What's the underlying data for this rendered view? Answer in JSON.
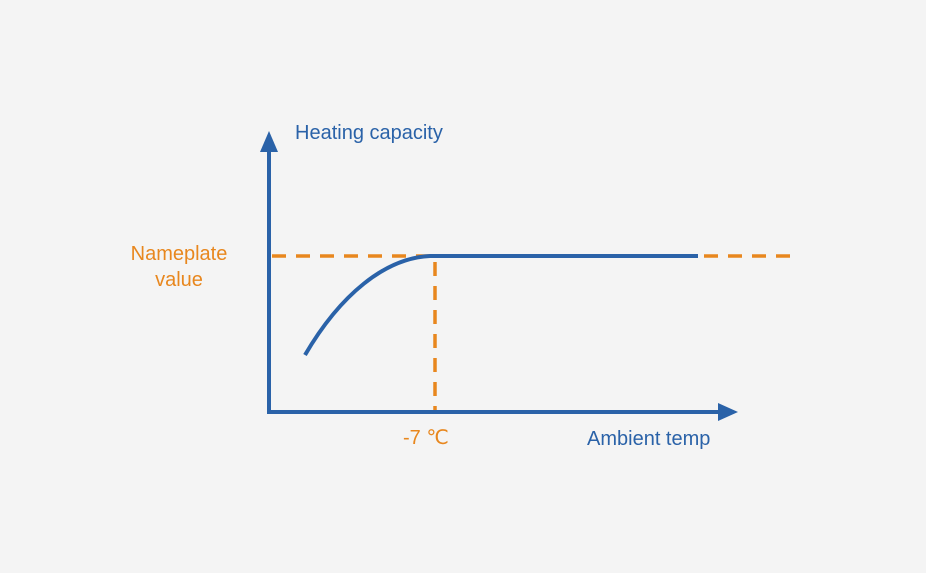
{
  "y_axis_label": "Heating capacity",
  "x_axis_label": "Ambient temp",
  "reference_line_label": [
    "Nameplate",
    "value"
  ],
  "threshold_label": "-7 ℃",
  "colors": {
    "axis": "#2a62a8",
    "curve": "#2a62a8",
    "reference": "#e8871e",
    "background": "#f4f4f4"
  }
}
